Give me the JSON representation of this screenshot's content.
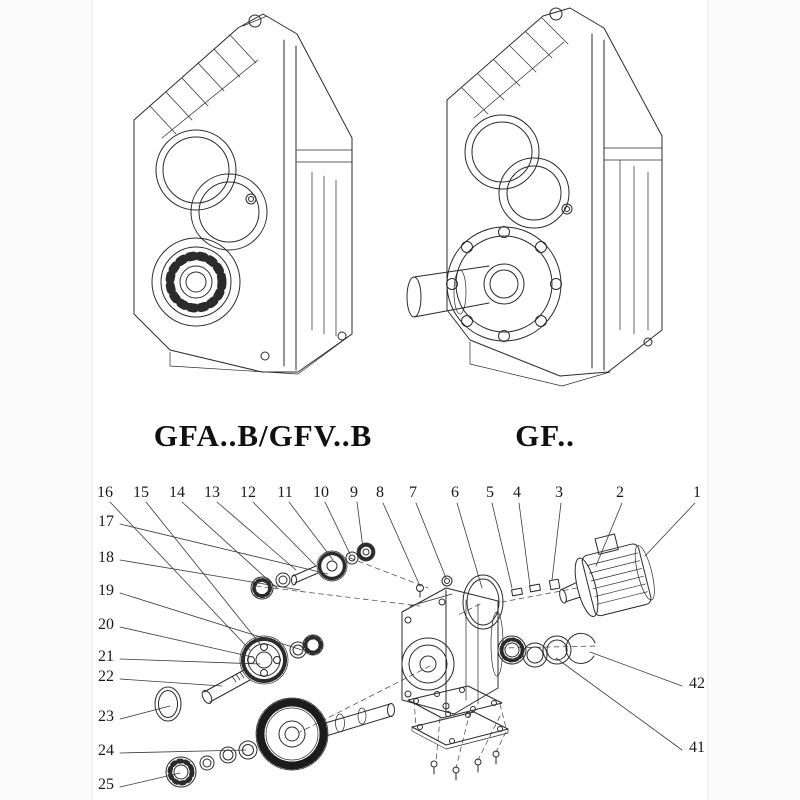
{
  "captions": {
    "left": "GFA..B/GFV..B",
    "right": "GF.."
  },
  "parts": {
    "top": [
      "16",
      "15",
      "14",
      "13",
      "12",
      "11",
      "10",
      "9",
      "8",
      "7",
      "6",
      "5",
      "4",
      "3",
      "2",
      "1"
    ],
    "left": [
      "17",
      "18",
      "19",
      "20",
      "21",
      "22",
      "23",
      "24",
      "25"
    ],
    "right": [
      "42",
      "41"
    ]
  },
  "colors": {
    "ink": "#2b2b2b",
    "background": "#ffffff"
  }
}
